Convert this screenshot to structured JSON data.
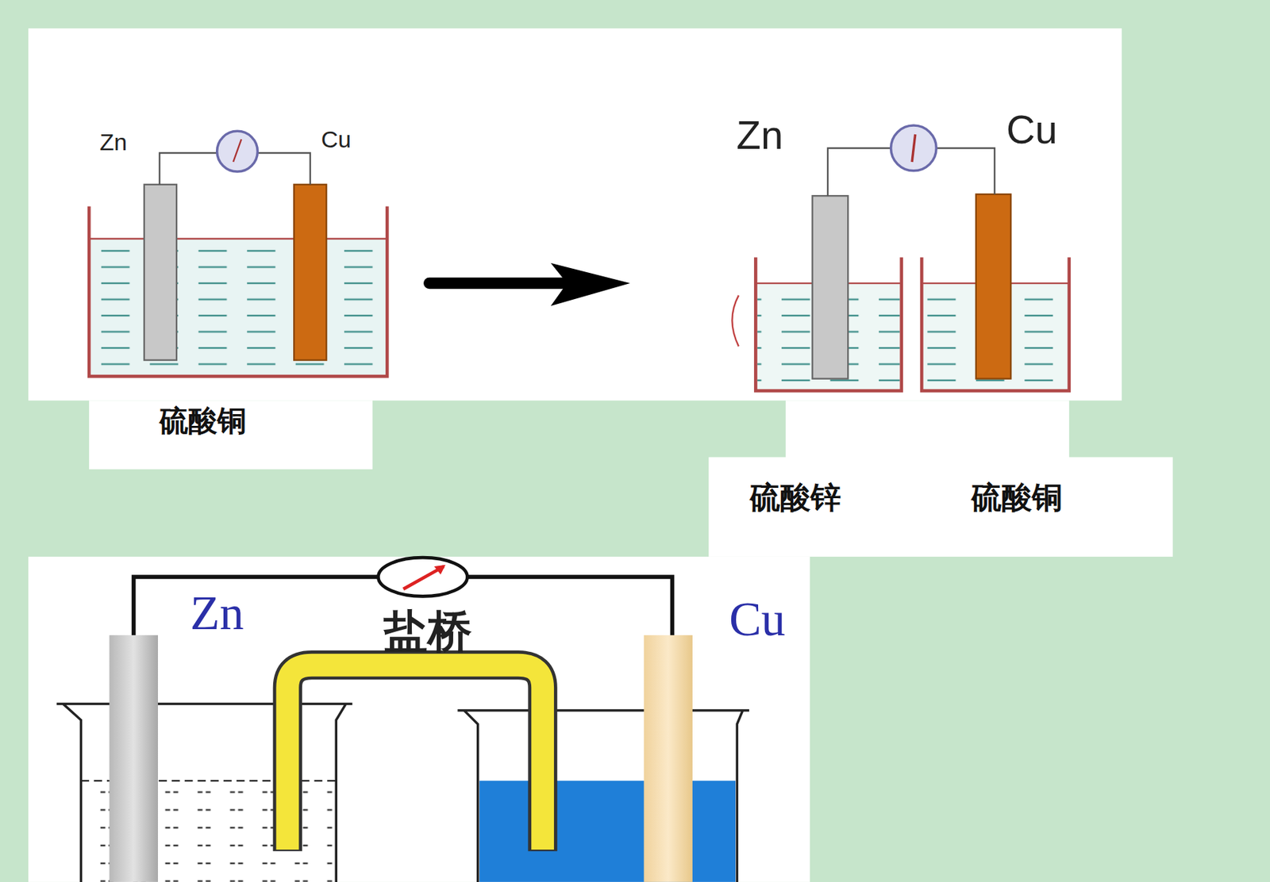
{
  "diagram": {
    "labels": [
      "Zn",
      "Cu",
      "硫酸铜",
      "Zn",
      "Cu",
      "硫酸锌",
      "硫酸铜",
      "Zn",
      "Cu",
      "盐桥"
    ]
  }
}
